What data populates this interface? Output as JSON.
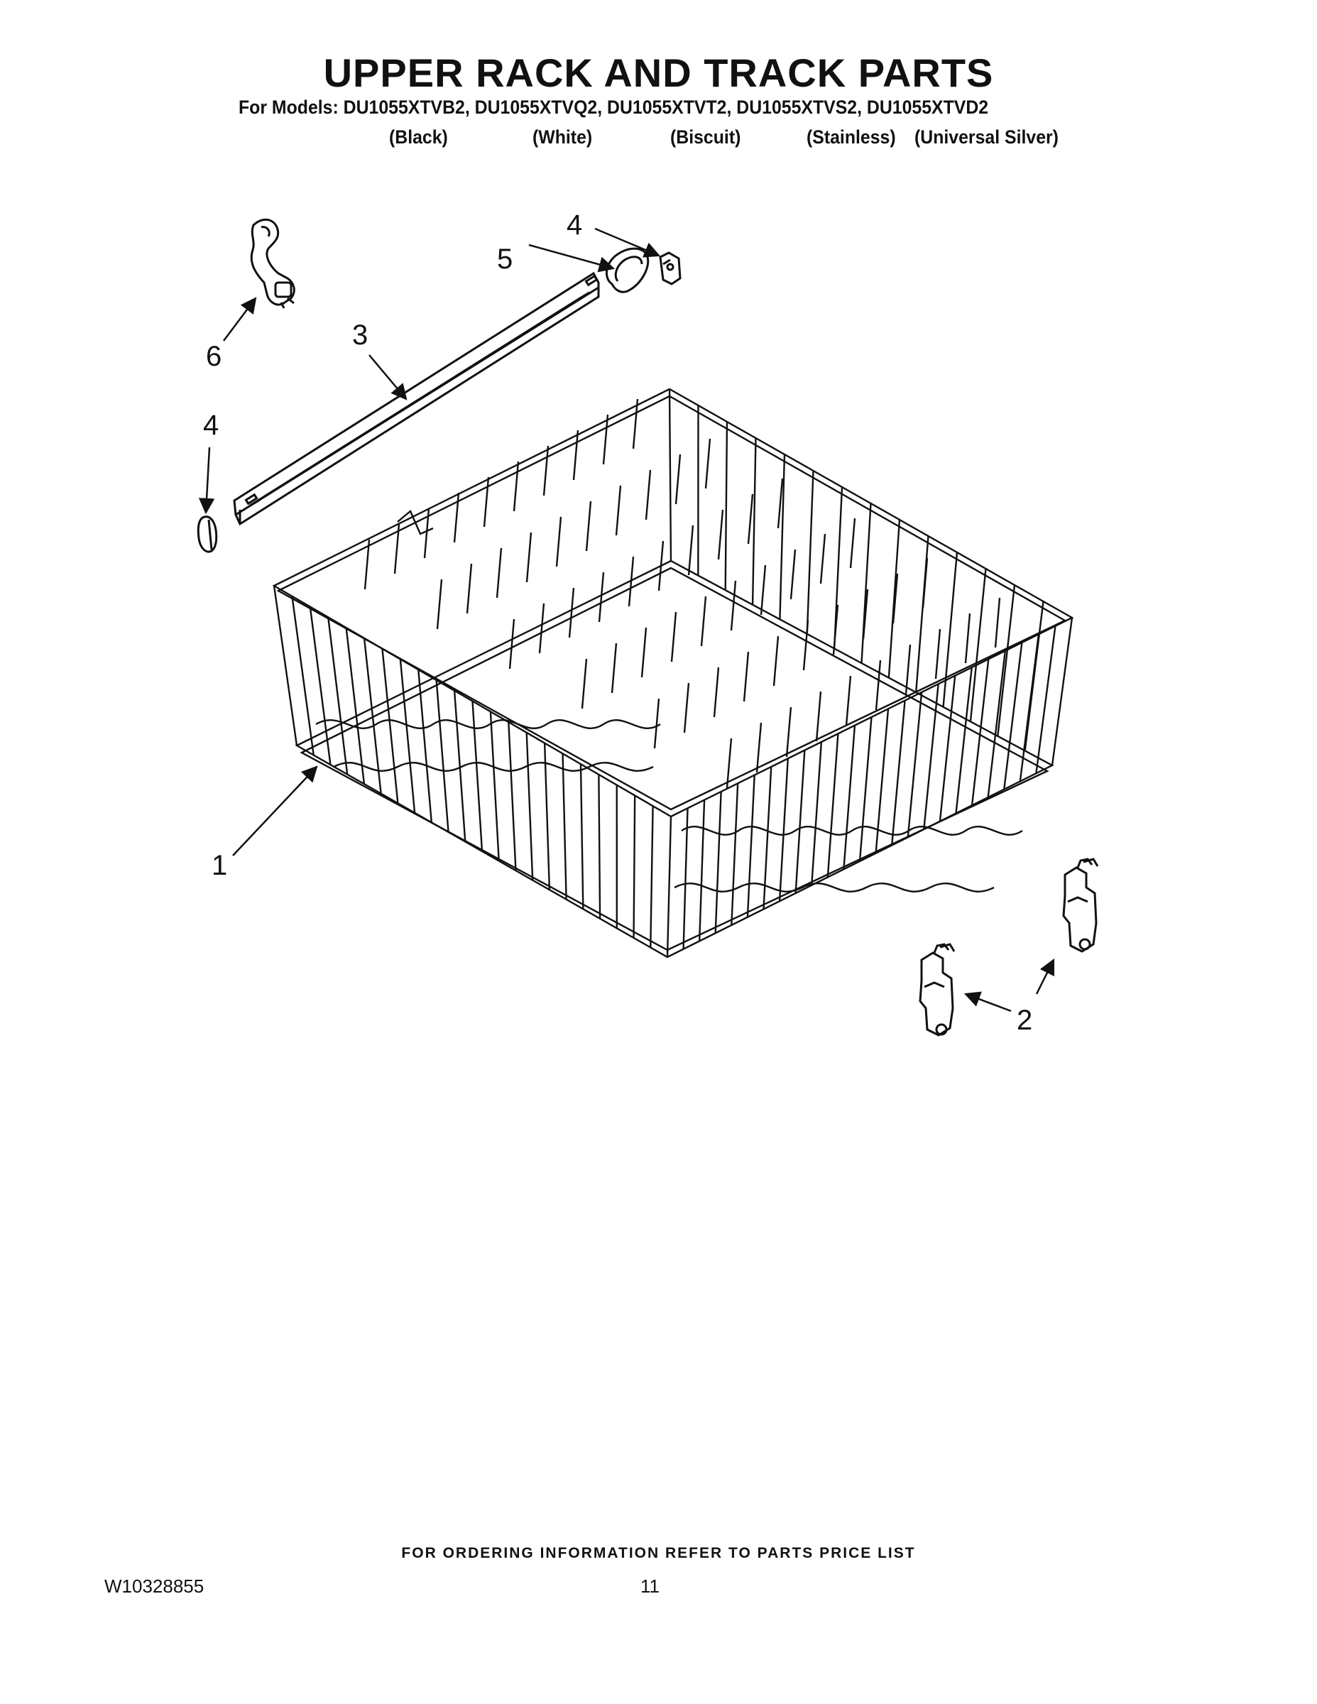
{
  "header": {
    "title": "UPPER RACK AND TRACK PARTS",
    "models_line": "For Models: DU1055XTVB2, DU1055XTVQ2, DU1055XTVT2, DU1055XTVS2, DU1055XTVD2",
    "colors": [
      "(Black)",
      "(White)",
      "(Biscuit)",
      "(Stainless)",
      "(Universal Silver)"
    ]
  },
  "callouts": {
    "rack": "1",
    "roller_right": "2",
    "roller_left": "2",
    "track": "3",
    "stop_top": "4",
    "stop_left": "4",
    "end_cap": "5",
    "adjuster": "6"
  },
  "footer": {
    "note": "FOR ORDERING INFORMATION REFER TO PARTS PRICE LIST",
    "doc_number": "W10328855",
    "page_number": "11"
  },
  "colors": {
    "ink": "#111111",
    "background": "#ffffff"
  }
}
